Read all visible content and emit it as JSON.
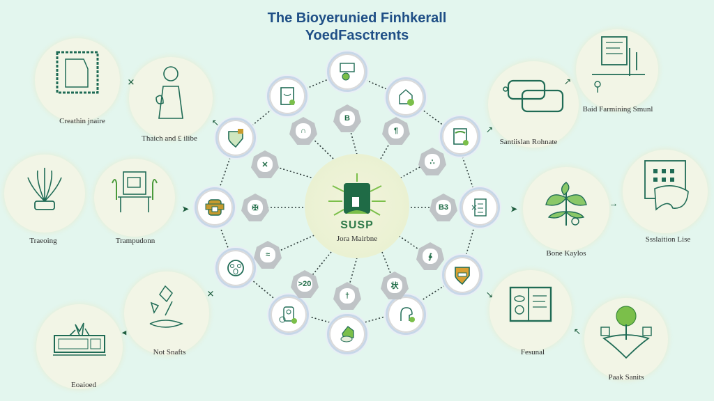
{
  "title": {
    "line1": "The Bioyerunied Finhkerall",
    "line2": "YoedFasctrents"
  },
  "colors": {
    "background": "#e3f6ee",
    "title": "#1f4f86",
    "icon_stroke": "#1f6b55",
    "leaf_green": "#7bbf4a",
    "connector": "#2d3b3a"
  },
  "center": {
    "brand": "SUSP",
    "subtitle": "Jora Mairbne",
    "icon": "green-building-icon"
  },
  "outer_nodes": [
    {
      "id": "creation-frame",
      "label": "Creathin jnaire",
      "icon": "frame-icon"
    },
    {
      "id": "match-and-life",
      "label": "Thaich and £ ilibe",
      "icon": "person-icon"
    },
    {
      "id": "tracing",
      "label": "Traeoing",
      "icon": "plant-icon"
    },
    {
      "id": "transition",
      "label": "Trampudonn",
      "icon": "kiosk-icon"
    },
    {
      "id": "not-snafts",
      "label": "Not Snafts",
      "icon": "leaves-icon"
    },
    {
      "id": "enabled",
      "label": "Eoaioed",
      "icon": "keyboard-plant-icon"
    },
    {
      "id": "sanitation-schemate",
      "label": "Santiislan Rohnate",
      "icon": "chat-bubbles-icon"
    },
    {
      "id": "band-farming",
      "label": "Baid Farmining Smunl",
      "icon": "desk-computer-icon"
    },
    {
      "id": "bone-kayles",
      "label": "Bone Kaylos",
      "icon": "leaf-icon"
    },
    {
      "id": "sustaition-lise",
      "label": "Ssslaition Lise",
      "icon": "building-icon"
    },
    {
      "id": "fesunal",
      "label": "Fesunal",
      "icon": "document-panel-icon"
    },
    {
      "id": "paak-sanits",
      "label": "Paak Sanits",
      "icon": "tree-table-icon"
    }
  ],
  "ring_nodes": [
    {
      "id": "top",
      "icon": "building-people-icon",
      "badge": "B"
    },
    {
      "id": "top-left",
      "icon": "document-face-icon",
      "badge": "∩"
    },
    {
      "id": "top-right",
      "icon": "home-plants-icon",
      "badge": "¶"
    },
    {
      "id": "upper-left",
      "icon": "shield-icon",
      "badge": "✕"
    },
    {
      "id": "upper-right",
      "icon": "bag-icon",
      "badge": "∴"
    },
    {
      "id": "left",
      "icon": "badge-icon",
      "badge": "✠"
    },
    {
      "id": "right",
      "icon": "poster-icon",
      "badge": "B3"
    },
    {
      "id": "lower-left",
      "icon": "face-icon",
      "badge": "≈"
    },
    {
      "id": "lower-right",
      "icon": "shield-gold-icon",
      "badge": "∳"
    },
    {
      "id": "bottom-left",
      "icon": "robot-icon",
      "badge": ">20"
    },
    {
      "id": "bottom",
      "icon": "sack-icon",
      "badge": "†"
    },
    {
      "id": "bottom-right",
      "icon": "head-icon",
      "badge": "状"
    }
  ]
}
